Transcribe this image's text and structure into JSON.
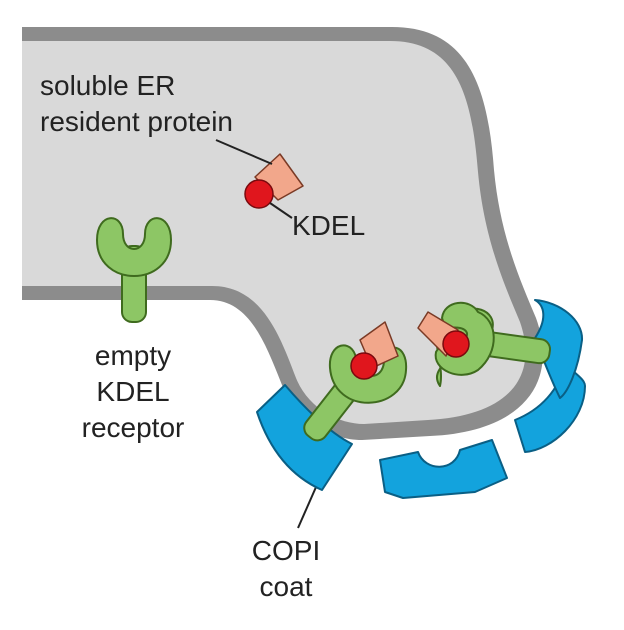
{
  "labels": {
    "soluble_protein_line1": "soluble ER",
    "soluble_protein_line2": "resident protein",
    "kdel": "KDEL",
    "empty_receptor_line1": "empty",
    "empty_receptor_line2": "KDEL",
    "empty_receptor_line3": "receptor",
    "copi_line1": "COPI",
    "copi_line2": "coat"
  },
  "colors": {
    "er_lumen": "#d9d9d9",
    "er_membrane": "#8c8c8c",
    "receptor": "#8dc665",
    "receptor_outline": "#3f6b1e",
    "kdel_signal": "#e0161d",
    "protein_body": "#f2a78b",
    "copi_coat": "#13a3dd",
    "copi_outline": "#0a5f85",
    "leader_line": "#222222"
  }
}
